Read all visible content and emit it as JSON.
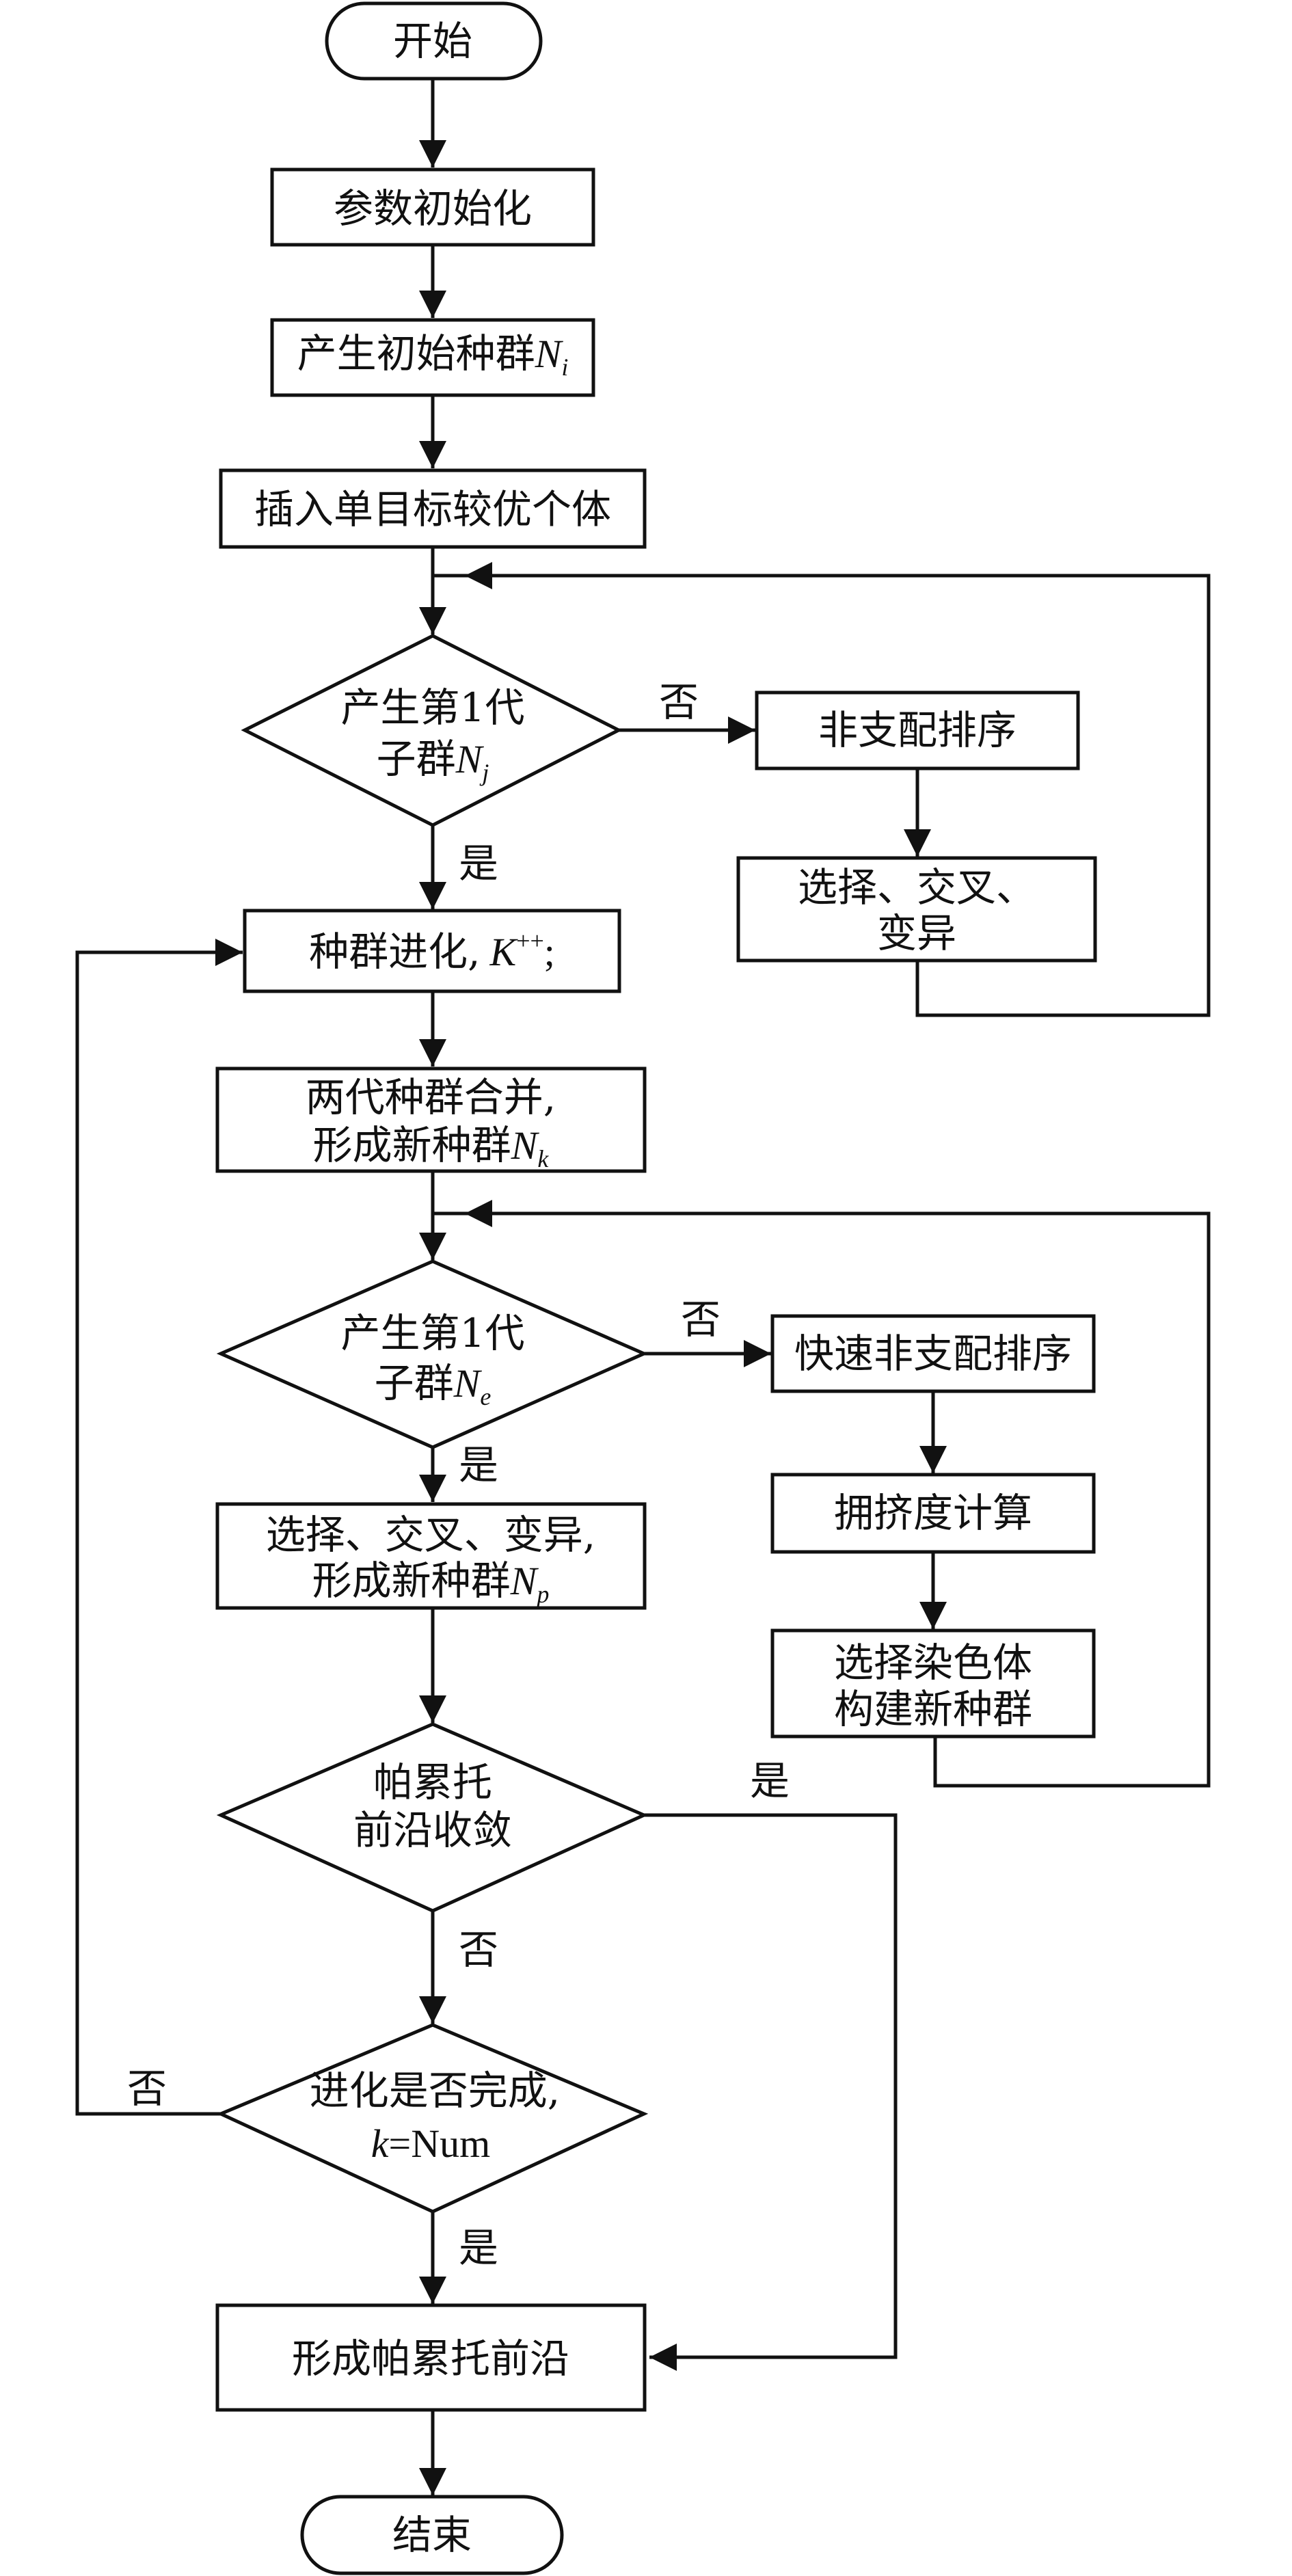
{
  "nodes": {
    "start": "开始",
    "init": "参数初始化",
    "gen_init_pre": "产生初始种群",
    "gen_init_var": "N",
    "gen_init_sub": "i",
    "insert": "插入单目标较优个体",
    "d1_line1": "产生第1代",
    "d1_line2_pre": "子群",
    "d1_var": "N",
    "d1_sub": "j",
    "nondom": "非支配排序",
    "sel1_line1": "选择、交叉、",
    "sel1_line2": "变异",
    "evolve_pre": "种群进化,",
    "evolve_var": "K",
    "evolve_sup": "++",
    "evolve_post": ";",
    "merge_line1": "两代种群合并,",
    "merge_line2_pre": "形成新种群",
    "merge_var": "N",
    "merge_sub": "k",
    "d2_line1": "产生第1代",
    "d2_line2_pre": "子群",
    "d2_var": "N",
    "d2_sub": "e",
    "fastnondom": "快速非支配排序",
    "crowd": "拥挤度计算",
    "chrom_line1": "选择染色体",
    "chrom_line2": "构建新种群",
    "sel2_line1": "选择、交叉、变异,",
    "sel2_line2_pre": "形成新种群",
    "sel2_var": "N",
    "sel2_sub": "p",
    "pareto_line1": "帕累托",
    "pareto_line2": "前沿收敛",
    "done_line1": "进化是否完成,",
    "done_var": "k",
    "done_eq": "=Num",
    "front": "形成帕累托前沿",
    "end": "结束"
  },
  "edge_labels": {
    "no": "否",
    "yes": "是"
  }
}
